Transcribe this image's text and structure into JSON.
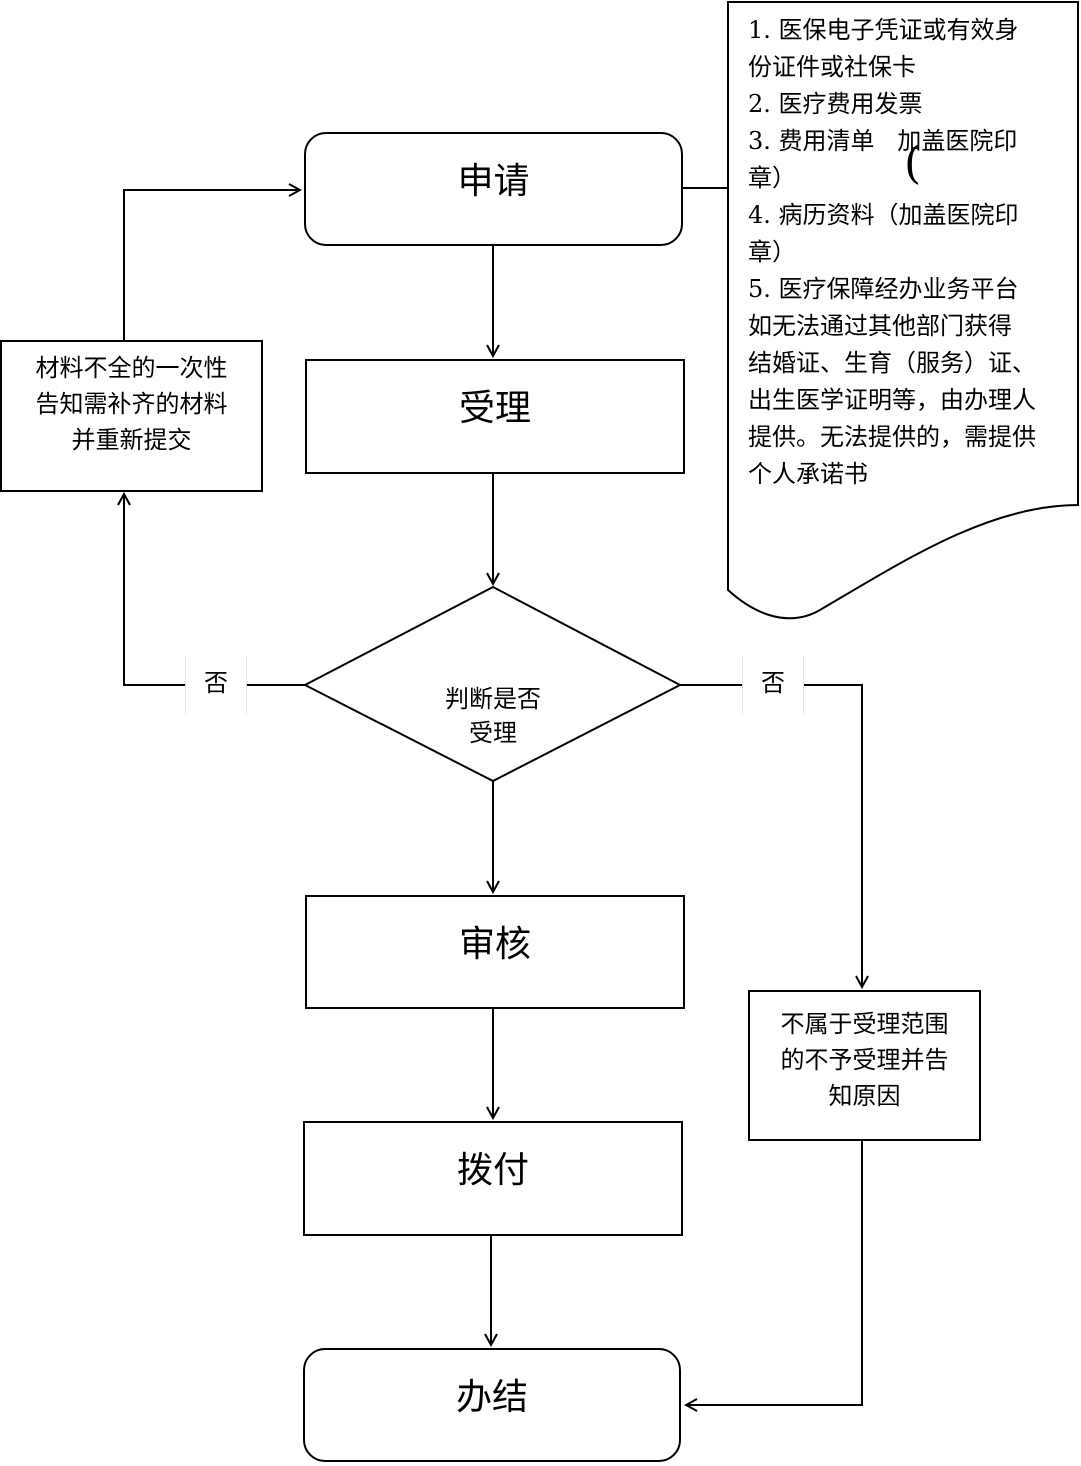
{
  "nodes": {
    "apply": "申请",
    "accept": "受理",
    "decision": "判断是否\n受理",
    "review": "审核",
    "pay": "拨付",
    "done": "办结",
    "supplement": "材料不全的一次性\n告知需补齐的材料\n并重新提交",
    "reject": "不属于受理范围\n的不予受理并告\n知原因"
  },
  "edge_labels": {
    "no_left": "否",
    "no_right": "否"
  },
  "document": {
    "lines": [
      "1. 医保电子凭证或有效身",
      "份证件或社保卡",
      "2. 医疗费用发票",
      "3. 费用清单   加盖医院印",
      "章）",
      "4. 病历资料（加盖医院印",
      "章）",
      "5. 医疗保障经办业务平台",
      "如无法通过其他部门获得",
      "结婚证、生育（服务）证、",
      "出生医学证明等，由办理人",
      "提供。无法提供的，需提供",
      "个人承诺书"
    ],
    "paren": "("
  }
}
